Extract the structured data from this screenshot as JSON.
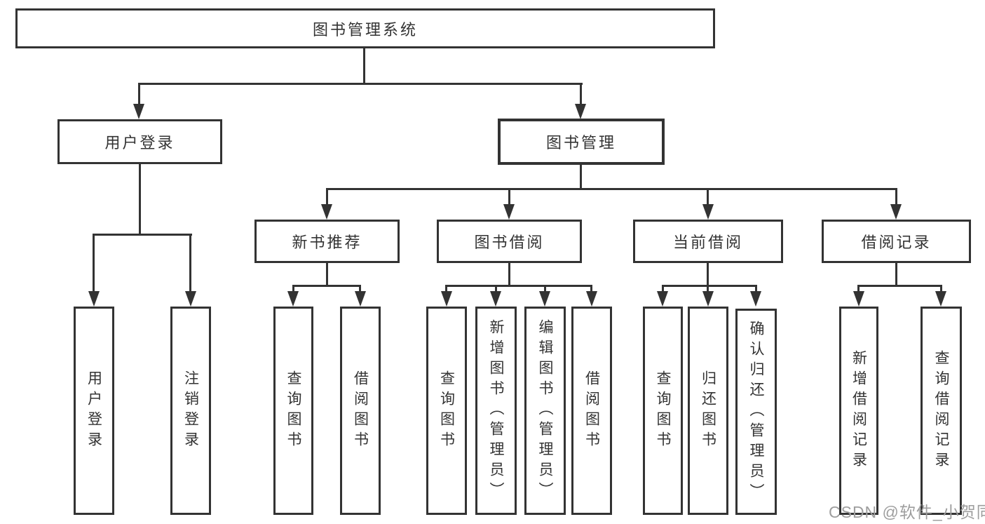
{
  "colors": {
    "line": "#333333",
    "text": "#333333",
    "box_background": "#ffffff",
    "watermark": "#9e9e9e",
    "background": "#ffffff"
  },
  "tree": {
    "root": {
      "label": "图书管理系统"
    },
    "userLogin": {
      "label": "用户登录",
      "children": [
        {
          "label": "用户登录"
        },
        {
          "label": "注销登录"
        }
      ]
    },
    "bookMgmt": {
      "label": "图书管理"
    },
    "newBook": {
      "label": "新书推荐",
      "children": [
        {
          "label": "查询图书"
        },
        {
          "label": "借阅图书"
        }
      ]
    },
    "bookBorrow": {
      "label": "图书借阅",
      "children": [
        {
          "label": "查询图书"
        },
        {
          "label": "新增图书（管理员）"
        },
        {
          "label": "编辑图书（管理员）"
        },
        {
          "label": "借阅图书"
        }
      ]
    },
    "currentBorrow": {
      "label": "当前借阅",
      "children": [
        {
          "label": "查询图书"
        },
        {
          "label": "归还图书"
        },
        {
          "label": "确认归还（管理员）"
        }
      ]
    },
    "borrowRecord": {
      "label": "借阅记录",
      "children": [
        {
          "label": "新增借阅记录"
        },
        {
          "label": "查询借阅记录"
        }
      ]
    }
  },
  "watermark": {
    "text": "CSDN @软件_小贺同学"
  }
}
